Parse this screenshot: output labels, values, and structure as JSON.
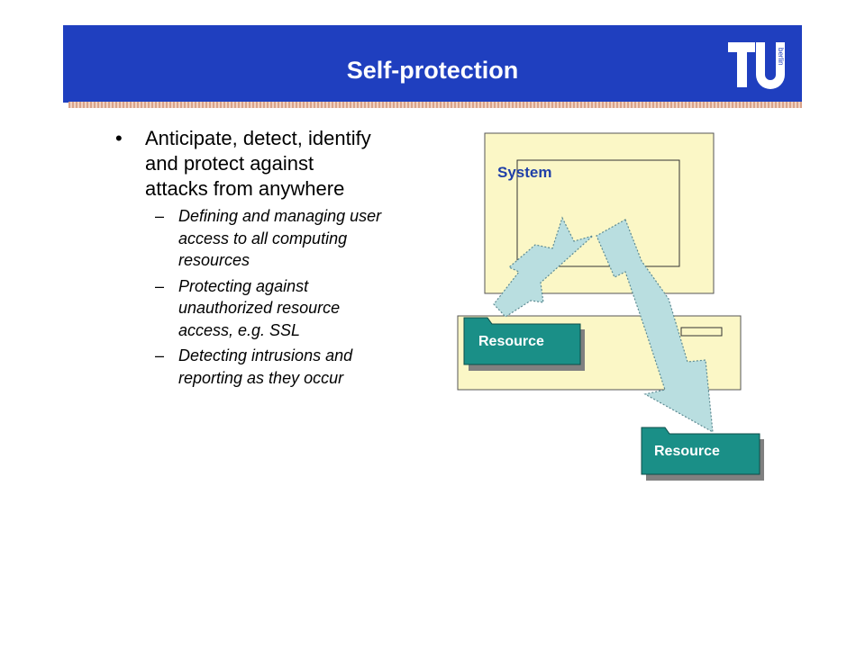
{
  "slide": {
    "title": "Self-protection",
    "logo_text": "berlin"
  },
  "bullets": {
    "main": {
      "symbol": "•",
      "lines": [
        "Anticipate, detect, identify",
        "and protect against",
        "attacks from anywhere"
      ]
    },
    "sub_symbol": "–",
    "subs": [
      {
        "lines": [
          "Defining and managing user",
          "access to all computing",
          "resources"
        ]
      },
      {
        "lines": [
          "Protecting against",
          "unauthorized resource",
          "access, e.g. SSL"
        ]
      },
      {
        "lines": [
          "Detecting intrusions and",
          "reporting as they occur"
        ]
      }
    ]
  },
  "diagram": {
    "system_label": "System",
    "resource_inner_label": "Resource",
    "resource_outer_label": "Resource",
    "colors": {
      "header": "#1f3fbf",
      "system_fill": "#fbf7c6",
      "resource_fill": "#1a8f87",
      "arrow_fill": "#b9dee0",
      "system_label": "#1f3fa8"
    }
  }
}
